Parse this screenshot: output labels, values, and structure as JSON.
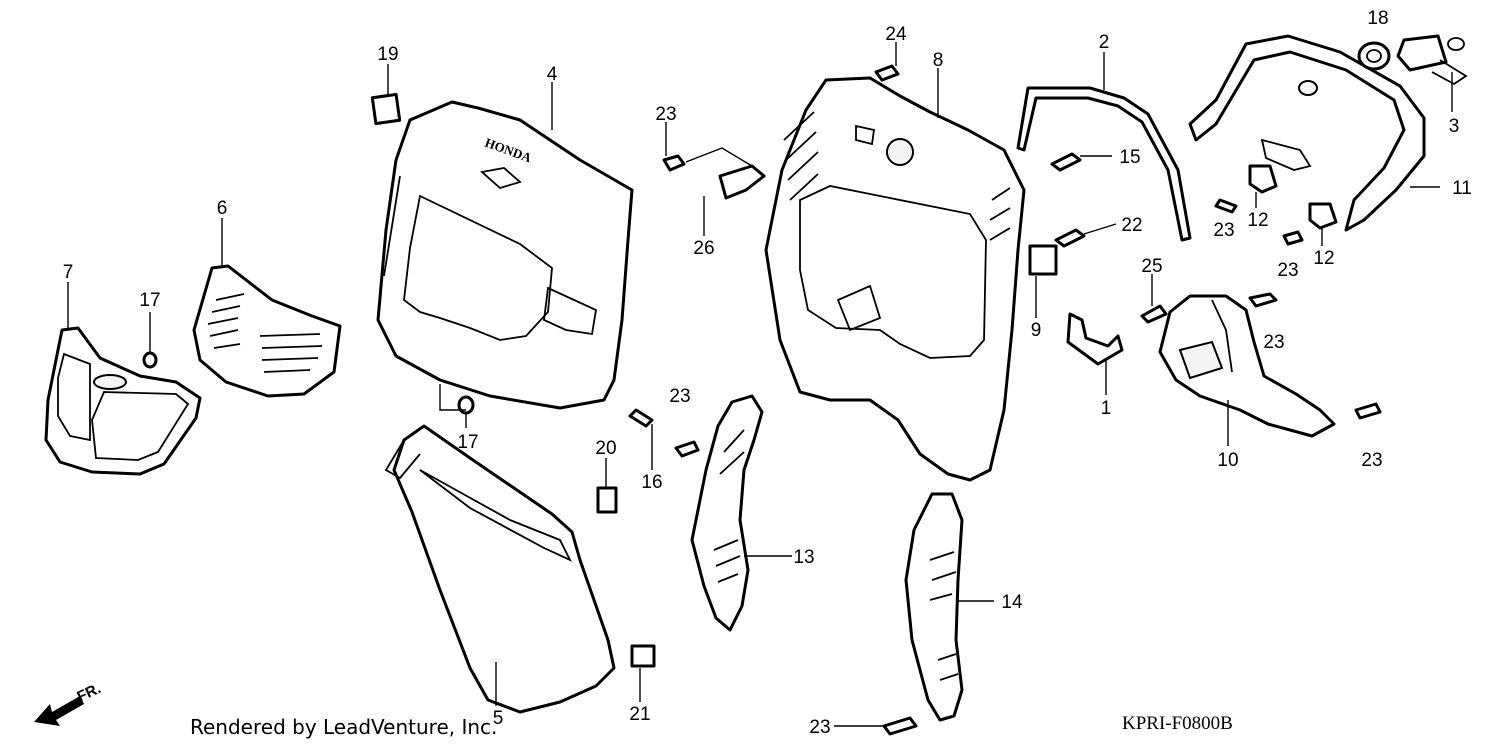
{
  "diagram": {
    "callouts": [
      {
        "id": "c1",
        "label": "1"
      },
      {
        "id": "c2",
        "label": "2"
      },
      {
        "id": "c3",
        "label": "3"
      },
      {
        "id": "c4",
        "label": "4"
      },
      {
        "id": "c5",
        "label": "5"
      },
      {
        "id": "c6",
        "label": "6"
      },
      {
        "id": "c7",
        "label": "7"
      },
      {
        "id": "c8",
        "label": "8"
      },
      {
        "id": "c9",
        "label": "9"
      },
      {
        "id": "c10",
        "label": "10"
      },
      {
        "id": "c11",
        "label": "11"
      },
      {
        "id": "c12a",
        "label": "12"
      },
      {
        "id": "c12b",
        "label": "12"
      },
      {
        "id": "c13",
        "label": "13"
      },
      {
        "id": "c14",
        "label": "14"
      },
      {
        "id": "c15",
        "label": "15"
      },
      {
        "id": "c16",
        "label": "16"
      },
      {
        "id": "c17a",
        "label": "17"
      },
      {
        "id": "c17b",
        "label": "17"
      },
      {
        "id": "c18",
        "label": "18"
      },
      {
        "id": "c19",
        "label": "19"
      },
      {
        "id": "c20",
        "label": "20"
      },
      {
        "id": "c21",
        "label": "21"
      },
      {
        "id": "c22",
        "label": "22"
      },
      {
        "id": "c23a",
        "label": "23"
      },
      {
        "id": "c23b",
        "label": "23"
      },
      {
        "id": "c23c",
        "label": "23"
      },
      {
        "id": "c23d",
        "label": "23"
      },
      {
        "id": "c23e",
        "label": "23"
      },
      {
        "id": "c23f",
        "label": "23"
      },
      {
        "id": "c23g",
        "label": "23"
      },
      {
        "id": "c24",
        "label": "24"
      },
      {
        "id": "c25",
        "label": "25"
      },
      {
        "id": "c26",
        "label": "26"
      }
    ],
    "brand_text": "HONDA",
    "direction_label": "FR.",
    "footer_text": "Rendered by LeadVenture, Inc.",
    "diagram_code": "KPRI-F0800B"
  }
}
